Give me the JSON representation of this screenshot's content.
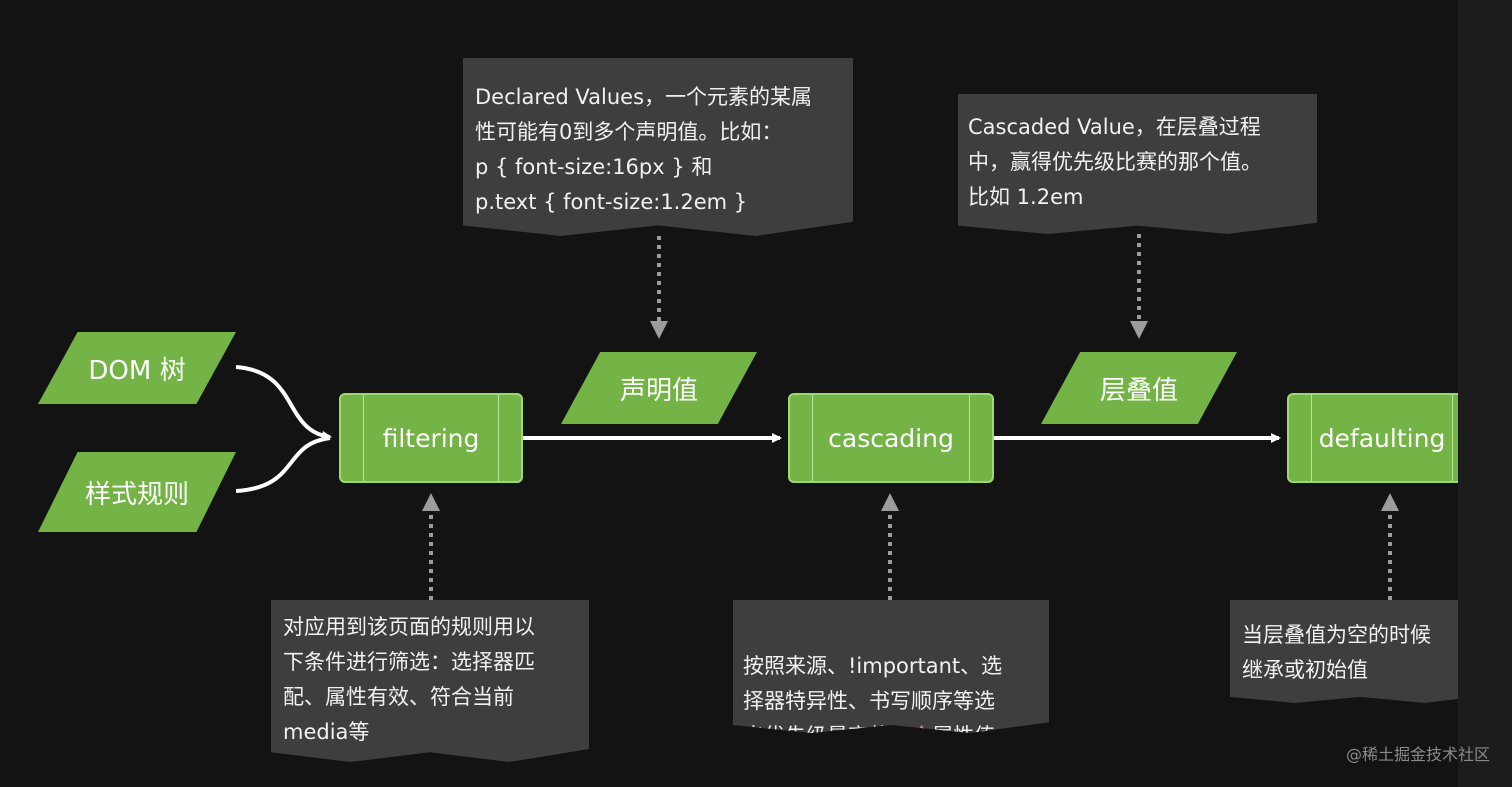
{
  "inputs": {
    "dom_tree": "DOM 树",
    "style_rules": "样式规则"
  },
  "steps": {
    "filtering": "filtering",
    "cascading": "cascading",
    "defaulting": "defaulting"
  },
  "outputs": {
    "declared": "声明值",
    "cascaded": "层叠值"
  },
  "notes": {
    "declared_values": "Declared Values，一个元素的某属\n性可能有0到多个声明值。比如：\np { font-size:16px } 和\np.text { font-size:1.2em }",
    "cascaded_value": "Cascaded Value，在层叠过程\n中，赢得优先级比赛的那个值。\n比如 1.2em",
    "filtering_desc": "对应用到该页面的规则用以\n下条件进行筛选：选择器匹\n配、属性有效、符合当前\nmedia等",
    "cascading_desc_before": "按照来源、!important、选\n择器特异性、书写顺序等选\n出优先级最高的",
    "cascading_desc_highlight": "一个",
    "cascading_desc_after": "属性值",
    "defaulting_desc": "当层叠值为空的时候\n继承或初始值"
  },
  "watermark": "@稀土掘金技术社区",
  "colors": {
    "background": "#131313",
    "node_green": "#74b346",
    "note_gray": "#3e3e3e",
    "highlight": "#ec7d88"
  }
}
